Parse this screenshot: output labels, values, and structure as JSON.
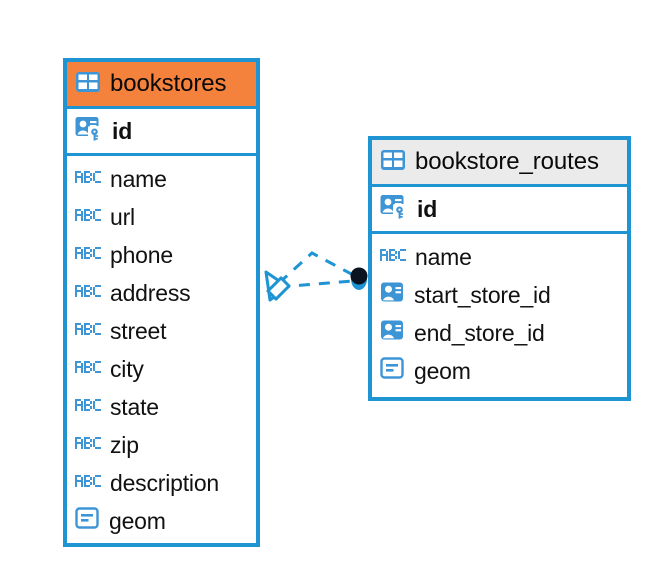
{
  "diagram": {
    "type": "er-diagram",
    "title": "",
    "background": "#ffffff",
    "colors": {
      "border": "#1E94D2",
      "accent_orange": "#F4823C",
      "accent_gray": "#EBEBEB",
      "icon_blue": "#3E95D6",
      "text": "#111111",
      "edge": "#1E94D2",
      "edge_endpoint": "#0B1320"
    }
  },
  "entities": [
    {
      "id": "bookstores",
      "name": "bookstores",
      "header_style": "accent-orange",
      "icon": "table-icon",
      "primary_keys": [
        {
          "name": "id",
          "icon": "primary-key-icon",
          "bold": true
        }
      ],
      "fields": [
        {
          "name": "name",
          "icon": "abc-text-icon"
        },
        {
          "name": "url",
          "icon": "abc-text-icon"
        },
        {
          "name": "phone",
          "icon": "abc-text-icon"
        },
        {
          "name": "address",
          "icon": "abc-text-icon"
        },
        {
          "name": "street",
          "icon": "abc-text-icon"
        },
        {
          "name": "city",
          "icon": "abc-text-icon"
        },
        {
          "name": "state",
          "icon": "abc-text-icon"
        },
        {
          "name": "zip",
          "icon": "abc-text-icon"
        },
        {
          "name": "description",
          "icon": "abc-text-icon"
        },
        {
          "name": "geom",
          "icon": "geometry-icon"
        }
      ]
    },
    {
      "id": "bookstore_routes",
      "name": "bookstore_routes",
      "header_style": "accent-gray",
      "icon": "table-icon",
      "primary_keys": [
        {
          "name": "id",
          "icon": "primary-key-icon",
          "bold": true
        }
      ],
      "fields": [
        {
          "name": "name",
          "icon": "abc-text-icon"
        },
        {
          "name": "start_store_id",
          "icon": "foreign-key-icon"
        },
        {
          "name": "end_store_id",
          "icon": "foreign-key-icon"
        },
        {
          "name": "geom",
          "icon": "geometry-icon"
        }
      ]
    }
  ],
  "relationships": [
    {
      "id": "bookstores-to-bookstore-routes",
      "from": "bookstores",
      "to": "bookstore_routes",
      "line_style": "dashed",
      "source_marker": "open-diamond-crowsfoot",
      "target_marker": "filled-circle"
    }
  ]
}
